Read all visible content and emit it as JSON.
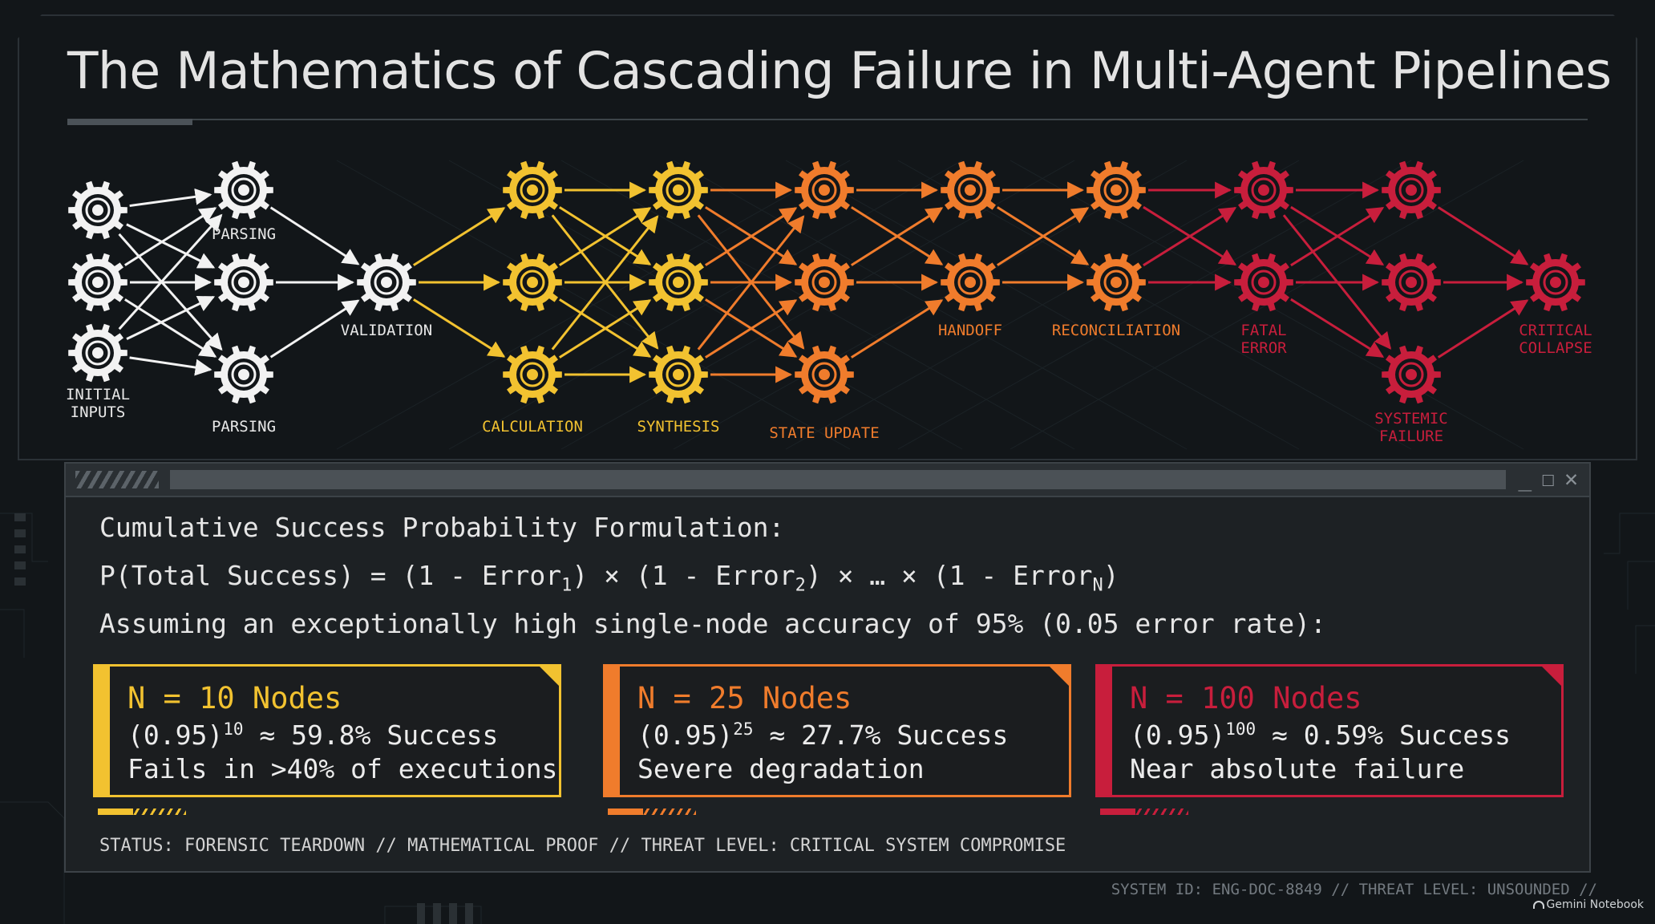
{
  "title": "The Mathematics of Cascading Failure in Multi-Agent Pipelines",
  "colors": {
    "white": "#f2f2f2",
    "yellow": "#f2c230",
    "orange": "#f07c2c",
    "red": "#c81e3c",
    "background": "#121619",
    "panel": "#1d2124"
  },
  "pipeline": {
    "nodes": [
      {
        "id": "in1",
        "color": "white"
      },
      {
        "id": "in2",
        "color": "white"
      },
      {
        "id": "in3",
        "color": "white",
        "label": [
          "INITIAL",
          "INPUTS"
        ]
      },
      {
        "id": "p1",
        "color": "white",
        "label": [
          "PARSING"
        ]
      },
      {
        "id": "p2",
        "color": "white"
      },
      {
        "id": "p3",
        "color": "white",
        "label": [
          "PARSING"
        ]
      },
      {
        "id": "val",
        "color": "white",
        "label": [
          "VALIDATION"
        ]
      },
      {
        "id": "c1",
        "color": "yellow"
      },
      {
        "id": "c2",
        "color": "yellow"
      },
      {
        "id": "c3",
        "color": "yellow",
        "label": [
          "CALCULATION"
        ]
      },
      {
        "id": "s1",
        "color": "yellow"
      },
      {
        "id": "s2",
        "color": "yellow"
      },
      {
        "id": "s3",
        "color": "yellow",
        "label": [
          "SYNTHESIS"
        ]
      },
      {
        "id": "u1",
        "color": "orange"
      },
      {
        "id": "u2",
        "color": "orange"
      },
      {
        "id": "u3",
        "color": "orange",
        "label": [
          "STATE UPDATE"
        ]
      },
      {
        "id": "h1",
        "color": "orange"
      },
      {
        "id": "h2",
        "color": "orange",
        "label": [
          "HANDOFF"
        ]
      },
      {
        "id": "r1",
        "color": "orange"
      },
      {
        "id": "r2",
        "color": "orange",
        "label": [
          "RECONCILIATION"
        ]
      },
      {
        "id": "f1",
        "color": "red"
      },
      {
        "id": "f2",
        "color": "red",
        "label": [
          "FATAL",
          "ERROR"
        ]
      },
      {
        "id": "y1",
        "color": "red"
      },
      {
        "id": "y2",
        "color": "red"
      },
      {
        "id": "y3",
        "color": "red",
        "label": [
          "SYSTEMIC",
          "FAILURE"
        ]
      },
      {
        "id": "cc",
        "color": "red",
        "label": [
          "CRITICAL",
          "COLLAPSE"
        ]
      }
    ],
    "edges": [
      [
        "in1",
        "p1"
      ],
      [
        "in1",
        "p2"
      ],
      [
        "in1",
        "p3"
      ],
      [
        "in2",
        "p1"
      ],
      [
        "in2",
        "p2"
      ],
      [
        "in2",
        "p3"
      ],
      [
        "in3",
        "p1"
      ],
      [
        "in3",
        "p2"
      ],
      [
        "in3",
        "p3"
      ],
      [
        "p1",
        "val"
      ],
      [
        "p2",
        "val"
      ],
      [
        "p3",
        "val"
      ],
      [
        "val",
        "c1"
      ],
      [
        "val",
        "c2"
      ],
      [
        "val",
        "c3"
      ],
      [
        "c1",
        "s1"
      ],
      [
        "c1",
        "s2"
      ],
      [
        "c1",
        "s3"
      ],
      [
        "c2",
        "s1"
      ],
      [
        "c2",
        "s2"
      ],
      [
        "c2",
        "s3"
      ],
      [
        "c3",
        "s1"
      ],
      [
        "c3",
        "s2"
      ],
      [
        "c3",
        "s3"
      ],
      [
        "s1",
        "u1"
      ],
      [
        "s1",
        "u2"
      ],
      [
        "s1",
        "u3"
      ],
      [
        "s2",
        "u1"
      ],
      [
        "s2",
        "u2"
      ],
      [
        "s2",
        "u3"
      ],
      [
        "s3",
        "u1"
      ],
      [
        "s3",
        "u2"
      ],
      [
        "s3",
        "u3"
      ],
      [
        "u1",
        "h1"
      ],
      [
        "u1",
        "h2"
      ],
      [
        "u2",
        "h1"
      ],
      [
        "u2",
        "h2"
      ],
      [
        "u3",
        "h2"
      ],
      [
        "h1",
        "r1"
      ],
      [
        "h1",
        "r2"
      ],
      [
        "h2",
        "r1"
      ],
      [
        "h2",
        "r2"
      ],
      [
        "r1",
        "f1"
      ],
      [
        "r1",
        "f2"
      ],
      [
        "r2",
        "f1"
      ],
      [
        "r2",
        "f2"
      ],
      [
        "f1",
        "y1"
      ],
      [
        "f1",
        "y2"
      ],
      [
        "f1",
        "y3"
      ],
      [
        "f2",
        "y1"
      ],
      [
        "f2",
        "y2"
      ],
      [
        "f2",
        "y3"
      ],
      [
        "y1",
        "cc"
      ],
      [
        "y2",
        "cc"
      ],
      [
        "y3",
        "cc"
      ]
    ]
  },
  "panel": {
    "heading": "Cumulative Success Probability Formulation:",
    "formula": {
      "prefix": "P(Total Success) = (1 - Error",
      "sub1": "1",
      "mid1": ") × (1 - Error",
      "sub2": "2",
      "mid2": ") × … × (1 - Error",
      "subN": "N",
      "suffix": ")"
    },
    "assumption": "Assuming an exceptionally high single-node accuracy of 95% (0.05 error rate):",
    "cards": [
      {
        "title": "N = 10 Nodes",
        "base": "(0.95)",
        "exponent": "10",
        "result": " ≈ 59.8% Success",
        "note": "Fails in >40% of executions",
        "color": "#f2c230"
      },
      {
        "title": "N = 25 Nodes",
        "base": "(0.95)",
        "exponent": "25",
        "result": " ≈ 27.7% Success",
        "note": "Severe degradation",
        "color": "#f07c2c"
      },
      {
        "title": "N = 100 Nodes",
        "base": "(0.95)",
        "exponent": "100",
        "result": " ≈ 0.59% Success",
        "note": "Near absolute failure",
        "color": "#c81e3c"
      }
    ],
    "status": "STATUS: FORENSIC TEARDOWN // MATHEMATICAL PROOF // THREAT LEVEL: CRITICAL SYSTEM COMPROMISE",
    "window_controls": {
      "minimize": "_",
      "maximize": "☐",
      "close": "✕"
    }
  },
  "footer": "SYSTEM ID: ENG-DOC-8849 // THREAT LEVEL: UNSOUNDED //",
  "badge": "Gemini Notebook"
}
